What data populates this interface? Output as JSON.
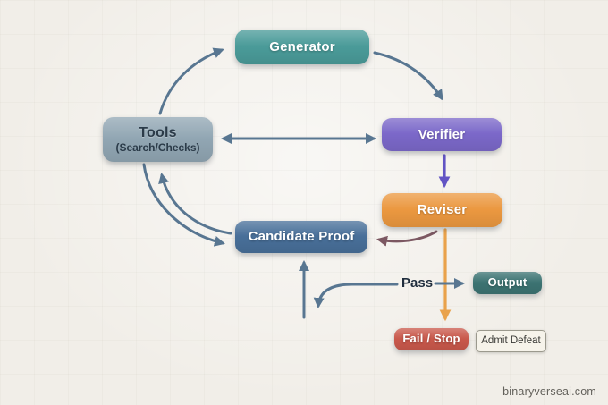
{
  "diagram": {
    "watermark": "binaryverseai.com",
    "nodes": {
      "generator": {
        "label": "Generator",
        "color": "#4a9b99"
      },
      "tools": {
        "label": "Tools",
        "sublabel": "(Search/Checks)",
        "color": "#91a6b3",
        "text_color": "#2b3b49"
      },
      "verifier": {
        "label": "Verifier",
        "color": "#7b68c9"
      },
      "reviser": {
        "label": "Reviser",
        "color": "#eb9840"
      },
      "candidate_proof": {
        "label": "Candidate Proof",
        "color": "#486f99"
      },
      "output": {
        "label": "Output",
        "color": "#3c7372"
      },
      "fail_stop": {
        "label": "Fail / Stop",
        "color": "#c9584b"
      },
      "admit_defeat": {
        "label": "Admit Defeat",
        "color": "#f6f3ea",
        "border_color": "#9b998d",
        "text_color": "#3a3a36"
      }
    },
    "labels": {
      "pass": "Pass"
    },
    "colors": {
      "background": "#f1eee8",
      "arrow_slate": "#587691",
      "arrow_purple": "#6254c4",
      "arrow_orange": "#e9a24b",
      "arrow_maroon": "#7c5862",
      "arrow_red": "#cf6242",
      "pass_text": "#1f2d3d",
      "watermark_text": "#63615b"
    },
    "edges": [
      {
        "from": "tools",
        "to": "generator",
        "type": "curve",
        "color": "slate"
      },
      {
        "from": "generator",
        "to": "verifier",
        "type": "curve",
        "color": "slate"
      },
      {
        "from": "tools",
        "to": "verifier",
        "type": "double-arrow",
        "color": "slate"
      },
      {
        "from": "verifier",
        "to": "reviser",
        "type": "straight",
        "color": "purple"
      },
      {
        "from": "reviser",
        "to": "candidate_proof",
        "type": "curve",
        "color": "maroon"
      },
      {
        "from": "reviser",
        "to": "fail_stop",
        "type": "straight",
        "color": "orange"
      },
      {
        "from": "tools",
        "to": "candidate_proof",
        "type": "curve",
        "color": "slate"
      },
      {
        "from": "candidate_proof",
        "to": "tools",
        "type": "curve",
        "color": "slate"
      },
      {
        "from": "loop_bottom",
        "to": "candidate_proof",
        "type": "straight-up",
        "color": "slate"
      },
      {
        "from": "pass_junction",
        "to": "loop_bottom",
        "type": "curve-down",
        "color": "slate",
        "label": "Pass"
      },
      {
        "from": "pass_junction",
        "to": "output",
        "type": "straight",
        "color": "slate"
      },
      {
        "from": "fail_stop",
        "to": "admit_defeat",
        "type": "straight",
        "color": "red"
      }
    ]
  }
}
